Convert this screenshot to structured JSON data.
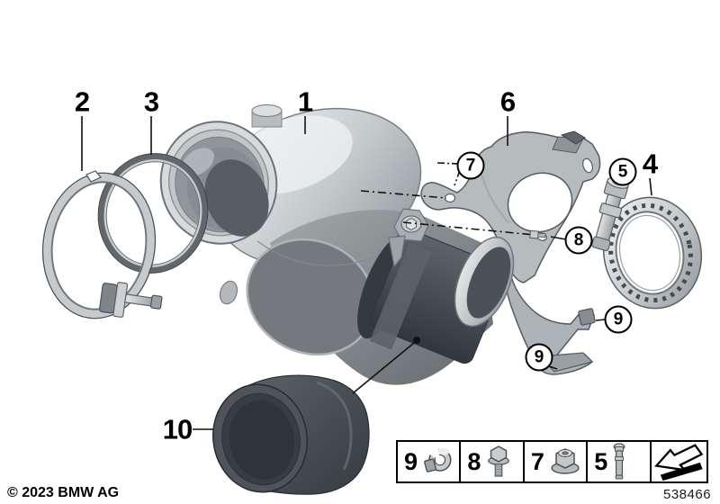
{
  "callouts": [
    {
      "id": "1",
      "label": "1",
      "type": "plain"
    },
    {
      "id": "2",
      "label": "2",
      "type": "plain"
    },
    {
      "id": "3",
      "label": "3",
      "type": "plain"
    },
    {
      "id": "4",
      "label": "4",
      "type": "plain"
    },
    {
      "id": "5",
      "label": "5",
      "type": "circled"
    },
    {
      "id": "6",
      "label": "6",
      "type": "plain"
    },
    {
      "id": "7",
      "label": "7",
      "type": "circled"
    },
    {
      "id": "8",
      "label": "8",
      "type": "circled"
    },
    {
      "id": "9a",
      "label": "9",
      "type": "circled"
    },
    {
      "id": "9b",
      "label": "9",
      "type": "circled"
    },
    {
      "id": "10",
      "label": "10",
      "type": "plain"
    }
  ],
  "legend": {
    "cells": [
      {
        "number": "9",
        "icon": "retaining-clip-icon"
      },
      {
        "number": "8",
        "icon": "hex-flange-bolt-icon"
      },
      {
        "number": "7",
        "icon": "hex-flange-nut-icon"
      },
      {
        "number": "5",
        "icon": "stud-bolt-icon"
      },
      {
        "number": "",
        "icon": "direction-of-travel-arrow-icon"
      }
    ]
  },
  "footer": {
    "copyright": "© 2023 BMW AG",
    "drawing_number": "538466"
  },
  "colors": {
    "background": "#ffffff",
    "line": "#111111",
    "metal_light": "#d8dbdd",
    "metal_mid": "#9aa0a4",
    "body_gray": "#8a8f92",
    "dark_part": "#42474d"
  }
}
